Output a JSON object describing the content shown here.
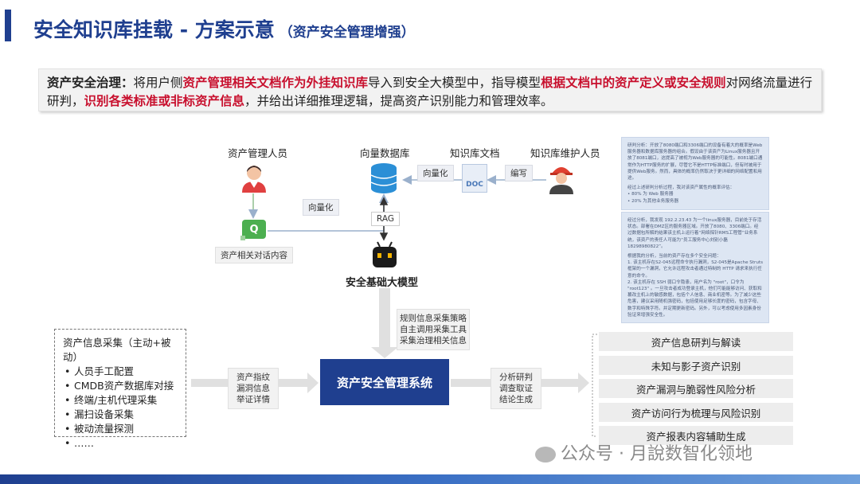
{
  "title": {
    "main": "安全知识库挂载 - 方案示意",
    "sub": "（资产安全管理增强）"
  },
  "governance": {
    "label": "资产安全治理：",
    "p1": "将用户侧",
    "h1": "资产管理相关文档作为外挂知识库",
    "p2": "导入到安全大模型中，指导模型",
    "h2": "根据文档中的资产定义或安全规则",
    "p3": "对网络流量进行研判，",
    "h3": "识别各类标准或非标资产信息",
    "p4": "，并给出详细推理逻辑，提高资产识别能力和管理效率。"
  },
  "actors": {
    "asset_manager": "资产管理人员",
    "vector_db": "向量数据库",
    "kb_docs": "知识库文档",
    "kb_maintainer": "知识库维护人员",
    "llm": "安全基础大模型"
  },
  "edge_labels": {
    "vectorize_left": "向量化",
    "vectorize_right": "向量化",
    "write": "编写",
    "rag": "RAG",
    "doc_icon": "DOC",
    "chat_icon": "Q"
  },
  "chat_note": "资产相关对话内容",
  "strategy_note": [
    "规则信息采集策略",
    "自主调用采集工具",
    "采集治理相关信息"
  ],
  "system": "资产安全管理系统",
  "collection": {
    "title": "资产信息采集（主动+被动）",
    "items": [
      "人员手工配置",
      "CMDB资产数据库对接",
      "终端/主机代理采集",
      "漏扫设备采集",
      "被动流量探测",
      "……"
    ]
  },
  "left_tag": [
    "资产指纹",
    "漏洞信息",
    "举证详情"
  ],
  "right_tag": [
    "分析研判",
    "调查取证",
    "结论生成"
  ],
  "outputs": [
    "资产信息研判与解读",
    "未知与影子资产识别",
    "资产漏洞与脆弱性风险分析",
    "资产访问行为梳理与风险识别",
    "资产报表内容辅助生成"
  ],
  "panel1": {
    "text": "研判分析：开放了8080端口和3306端口的设备有着大的概率是Web服务器和数据库服务器的组合。假设由于该资产为Linux服务器且开放了8081端口，这提高了被视为Web服务器的可能性。8081端口通常作为HTTP服务的扩展，尽管它不是HTTP标准端口，但有时被用于提供Web服务。然而，具体的概率仍然取决于更详细的网络配置和用途。",
    "lead": "经过上述研判分析过程，我对该资产属性的概率评估：",
    "items": [
      "80% 为 Web 服务器",
      "20% 为其他业务服务器"
    ]
  },
  "panel2": {
    "text": "经过分析，我发现 192.2.23.43 为一个linux服务器，目前处于存活状态。部署在DMZ区的服务器区域。开放了8080、3306端口。经过数据包所解的结果该主机上运行着“网络探针RMS工程管”业务系统，该资产的责任人可能为“员工服务中心刘别小磊 18298980822”。",
    "lead": "根据我的分析，当前的资产存在多个安全问题：",
    "items": [
      "该主机存在S2-045远程命令执行漏洞，S2-045是Apache Struts框架的一个漏洞，它允许远程攻击者通过特制的 HTTP 请求来执行任意的命令。",
      "该主机存在 SSH 弱口令隐患，用户名为 \"root\"，口令为 \"root123\" 。一旦攻击者成功登录主机，他们可能能够访问、获取和篡改主机上的敏感数据，包括个人信息、商业机密等。为了减少这些危害，建议采用随机强密码，包括使用足够长度的密码，包含字母、数字和特殊字符。并定期更新密码。另外，可以考虑使用多因素身份验证来增强安全性。"
    ]
  },
  "watermark": "公众号 · 月說数智化领地",
  "colors": {
    "brand": "#1f3f8f",
    "highlight": "#c8102e",
    "db": "#2b8fd6",
    "chat": "#4caf50"
  }
}
